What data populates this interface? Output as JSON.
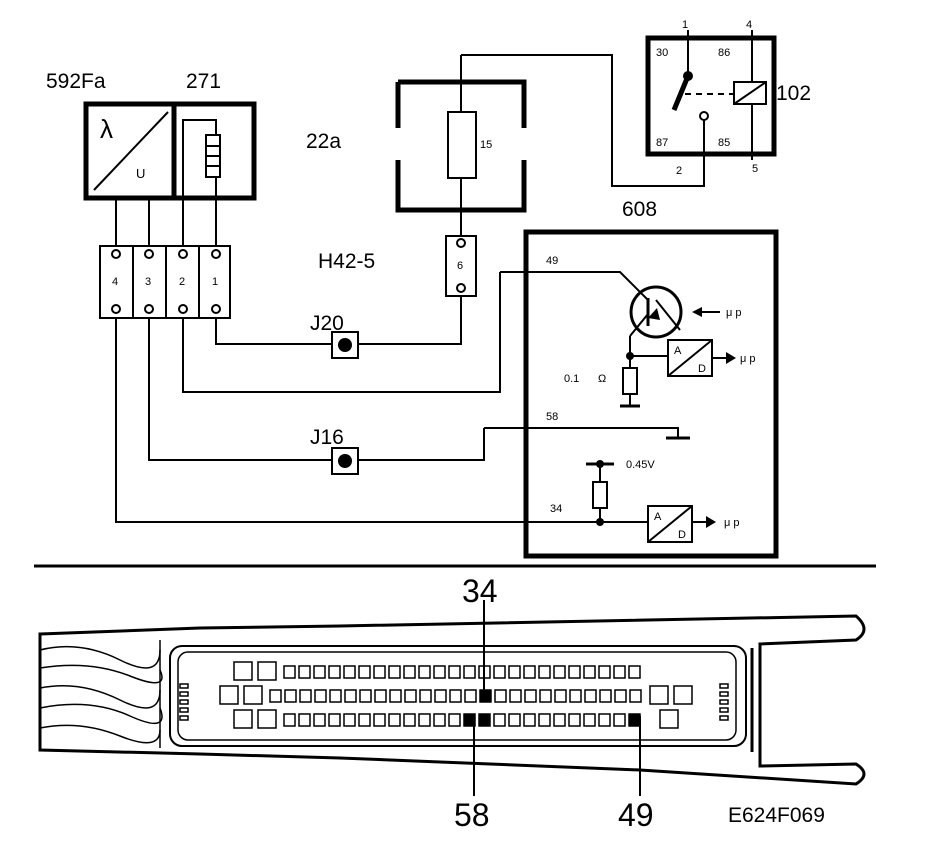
{
  "components": {
    "lambda_sensor": "592Fa",
    "heater": "271",
    "fuse_box": "22a",
    "fuse": "15",
    "connector_h": "H42-5",
    "connector_pin": "6",
    "relay": "102",
    "ecu": "608",
    "junction_j20": "J20",
    "junction_j16": "J16"
  },
  "lambda_symbol": "λ",
  "u_symbol": "U",
  "connector_pins": [
    "4",
    "3",
    "2",
    "1"
  ],
  "relay_pins": {
    "p1": "1",
    "p4": "4",
    "p30": "30",
    "p86": "86",
    "p87": "87",
    "p85": "85",
    "p2": "2",
    "p5": "5"
  },
  "ecu_labels": {
    "pin49": "49",
    "pin58": "58",
    "pin34": "34",
    "resistor": "0.1",
    "ohm": "Ω",
    "voltage": "0.45V",
    "mp": "μ p",
    "ad_a": "A",
    "ad_d": "D"
  },
  "pin_callouts": {
    "top": "34",
    "bottom_left": "58",
    "bottom_right": "49"
  },
  "figure_code": "E624F069"
}
